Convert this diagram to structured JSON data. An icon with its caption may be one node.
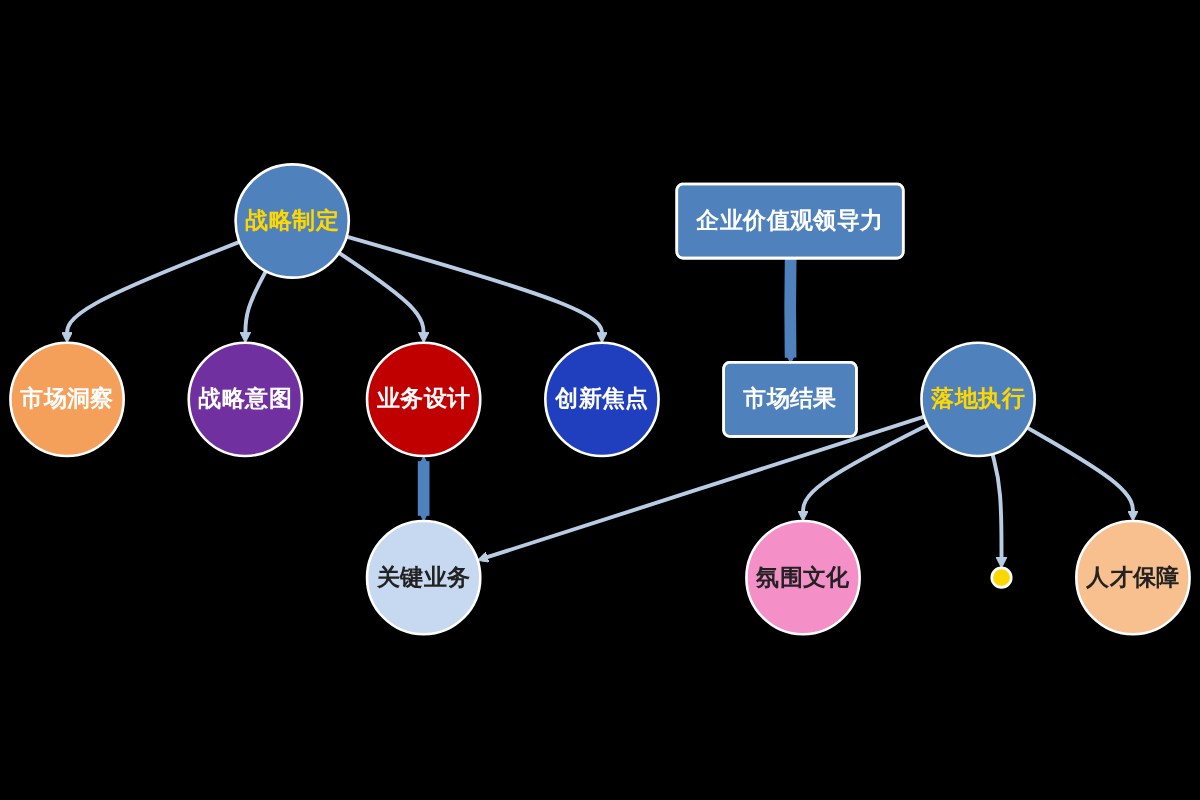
{
  "diagram": {
    "nodes": [
      {
        "text": [
          "市场洞察"
        ]
      },
      {
        "text": [
          "战略意图"
        ]
      },
      {
        "text": [
          "战略制定"
        ]
      },
      {
        "text": [
          "业务设计"
        ]
      },
      {
        "text": [
          "创新焦点"
        ]
      },
      {
        "text": [
          "企业价值观领导力"
        ]
      },
      {
        "text": [
          "市场结果"
        ]
      },
      {
        "text": [
          "氛围文化"
        ]
      },
      {
        "text": [
          "关键业务"
        ]
      },
      {
        "text": [
          "落地执行"
        ]
      },
      {
        "text": [],
        "shape": "circle"
      },
      {
        "text": [
          "人才保障"
        ]
      }
    ],
    "edges": [
      {
        "from": 2,
        "to": 0,
        "arrow": "to"
      },
      {
        "from": 2,
        "to": 1,
        "arrow": "to"
      },
      {
        "from": 2,
        "to": 3,
        "arrow": "to"
      },
      {
        "from": 2,
        "to": 4,
        "arrow": "to"
      },
      {
        "from": 5,
        "to": 6,
        "arrow": "to",
        "style": "thick",
        "color": "#4f81bd"
      },
      {
        "from": 3,
        "to": 8,
        "arrow": "both",
        "style": "thick",
        "color": "#4f81bd"
      },
      {
        "from": 9,
        "to": 7,
        "arrow": "to"
      },
      {
        "from": 9,
        "to": 8,
        "arrow": "to"
      },
      {
        "from": 9,
        "to": 10,
        "arrow": "to"
      },
      {
        "from": 9,
        "to": 11,
        "arrow": "to"
      }
    ]
  }
}
